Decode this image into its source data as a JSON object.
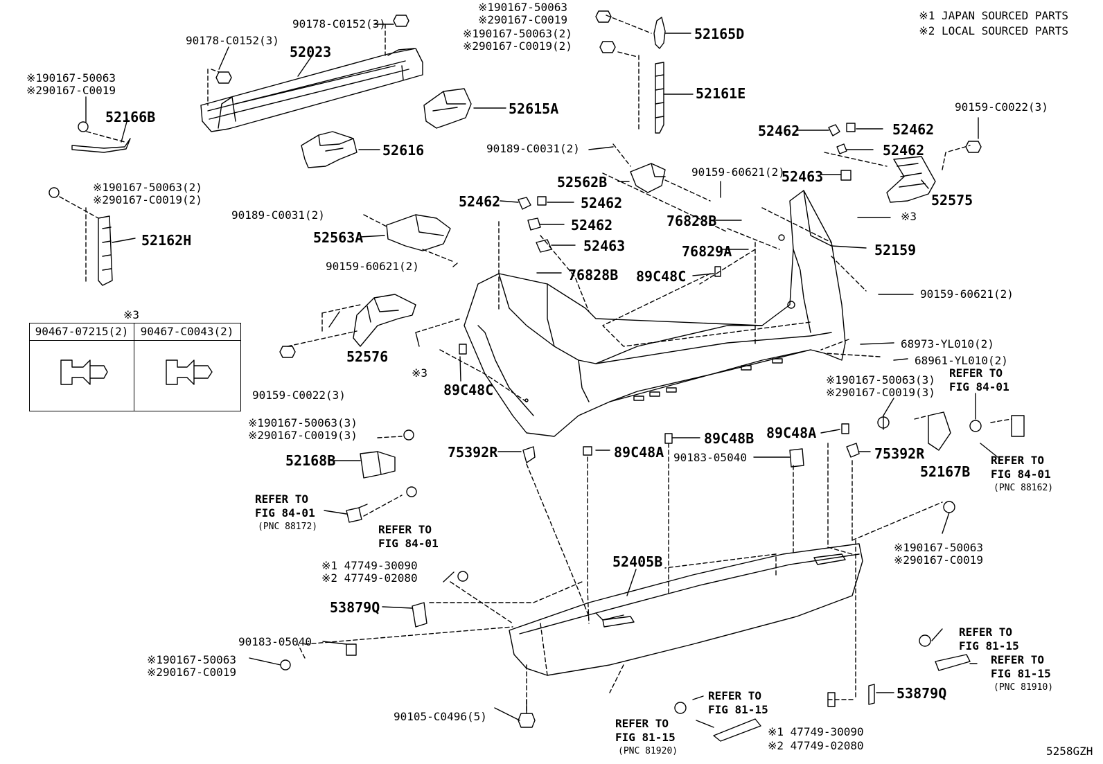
{
  "legend": {
    "line1": "※1 JAPAN SOURCED PARTS",
    "line2": "※2 LOCAL SOURCED PARTS"
  },
  "fig_code": "5258GZH",
  "clip_box": {
    "mark": "※3",
    "col1": "90467-07215(2)",
    "col2": "90467-C0043(2)"
  },
  "labels": {
    "p52023": "52023",
    "p90178a": "90178-C0152(3)",
    "p90178b": "90178-C0152(3)",
    "p52166b_n1": "※190167-50063",
    "p52166b_n2": "※290167-C0019",
    "p52166b": "52166B",
    "p52616": "52616",
    "p52615a": "52615A",
    "top_n1": "※190167-50063",
    "top_n2": "※290167-C0019",
    "top2_n1": "※190167-50063(2)",
    "top2_n2": "※290167-C0019(2)",
    "p52165d": "52165D",
    "p52161e": "52161E",
    "p52162h_n1": "※190167-50063(2)",
    "p52162h_n2": "※290167-C0019(2)",
    "p52162h": "52162H",
    "p90189a": "90189-C0031(2)",
    "p90189b": "90189-C0031(2)",
    "p52562b": "52562B",
    "p52563a": "52563A",
    "p90159_60621a": "90159-60621(2)",
    "p90159_60621b": "90159-60621(2)",
    "p90159_60621c": "90159-60621(2)",
    "p52462a": "52462",
    "p52462b": "52462",
    "p52462c": "52462",
    "p52462d": "52462",
    "p52462e": "52462",
    "p52462f": "52462",
    "p52463a": "52463",
    "p52463b": "52463",
    "p90159_c0022a": "90159-C0022(3)",
    "p90159_c0022b": "90159-C0022(3)",
    "p52575": "52575",
    "p52576": "52576",
    "mark3a": "※3",
    "mark3b": "※3",
    "p76828b_a": "76828B",
    "p76828b_b": "76828B",
    "p76829a": "76829A",
    "p89c48c_a": "89C48C",
    "p89c48c_b": "89C48C",
    "p52159": "52159",
    "p68973": "68973-YL010(2)",
    "p68961": "68961-YL010(2)",
    "r_n1": "※190167-50063(3)",
    "r_n2": "※290167-C0019(3)",
    "refer_84_a1": "REFER TO",
    "refer_84_a2": "FIG 84-01",
    "p52168b_n1": "※190167-50063(3)",
    "p52168b_n2": "※290167-C0019(3)",
    "p52168b": "52168B",
    "p75392r_a": "75392R",
    "p75392r_b": "75392R",
    "p89c48a_a": "89C48A",
    "p89c48a_b": "89C48A",
    "p89c48b": "89C48B",
    "p90183a": "90183-05040",
    "p90183b": "90183-05040",
    "p52167b": "52167B",
    "refer_84_b1": "REFER TO",
    "refer_84_b2": "FIG 84-01",
    "refer_84_b3": "(PNC 88162)",
    "refer_84_c1": "REFER TO",
    "refer_84_c2": "FIG 84-01",
    "refer_84_c3": "(PNC 88172)",
    "refer_84_d1": "REFER TO",
    "refer_84_d2": "FIG 84-01",
    "p47749_n1": "※1 47749-30090",
    "p47749_n2": "※2 47749-02080",
    "p53879q_a": "53879Q",
    "p53879q_b": "53879Q",
    "p52405b": "52405B",
    "br_n1": "※190167-50063",
    "br_n2": "※290167-C0019",
    "bl_n1": "※190167-50063",
    "bl_n2": "※290167-C0019",
    "p90105": "90105-C0496(5)",
    "refer_81_a1": "REFER TO",
    "refer_81_a2": "FIG 81-15",
    "refer_81_b1": "REFER TO",
    "refer_81_b2": "FIG 81-15",
    "refer_81_b3": "(PNC 81910)",
    "refer_81_c1": "REFER TO",
    "refer_81_c2": "FIG 81-15",
    "refer_81_d1": "REFER TO",
    "refer_81_d2": "FIG 81-15",
    "refer_81_d3": "(PNC 81920)",
    "p47749b_n1": "※1 47749-30090",
    "p47749b_n2": "※2 47749-02080"
  }
}
